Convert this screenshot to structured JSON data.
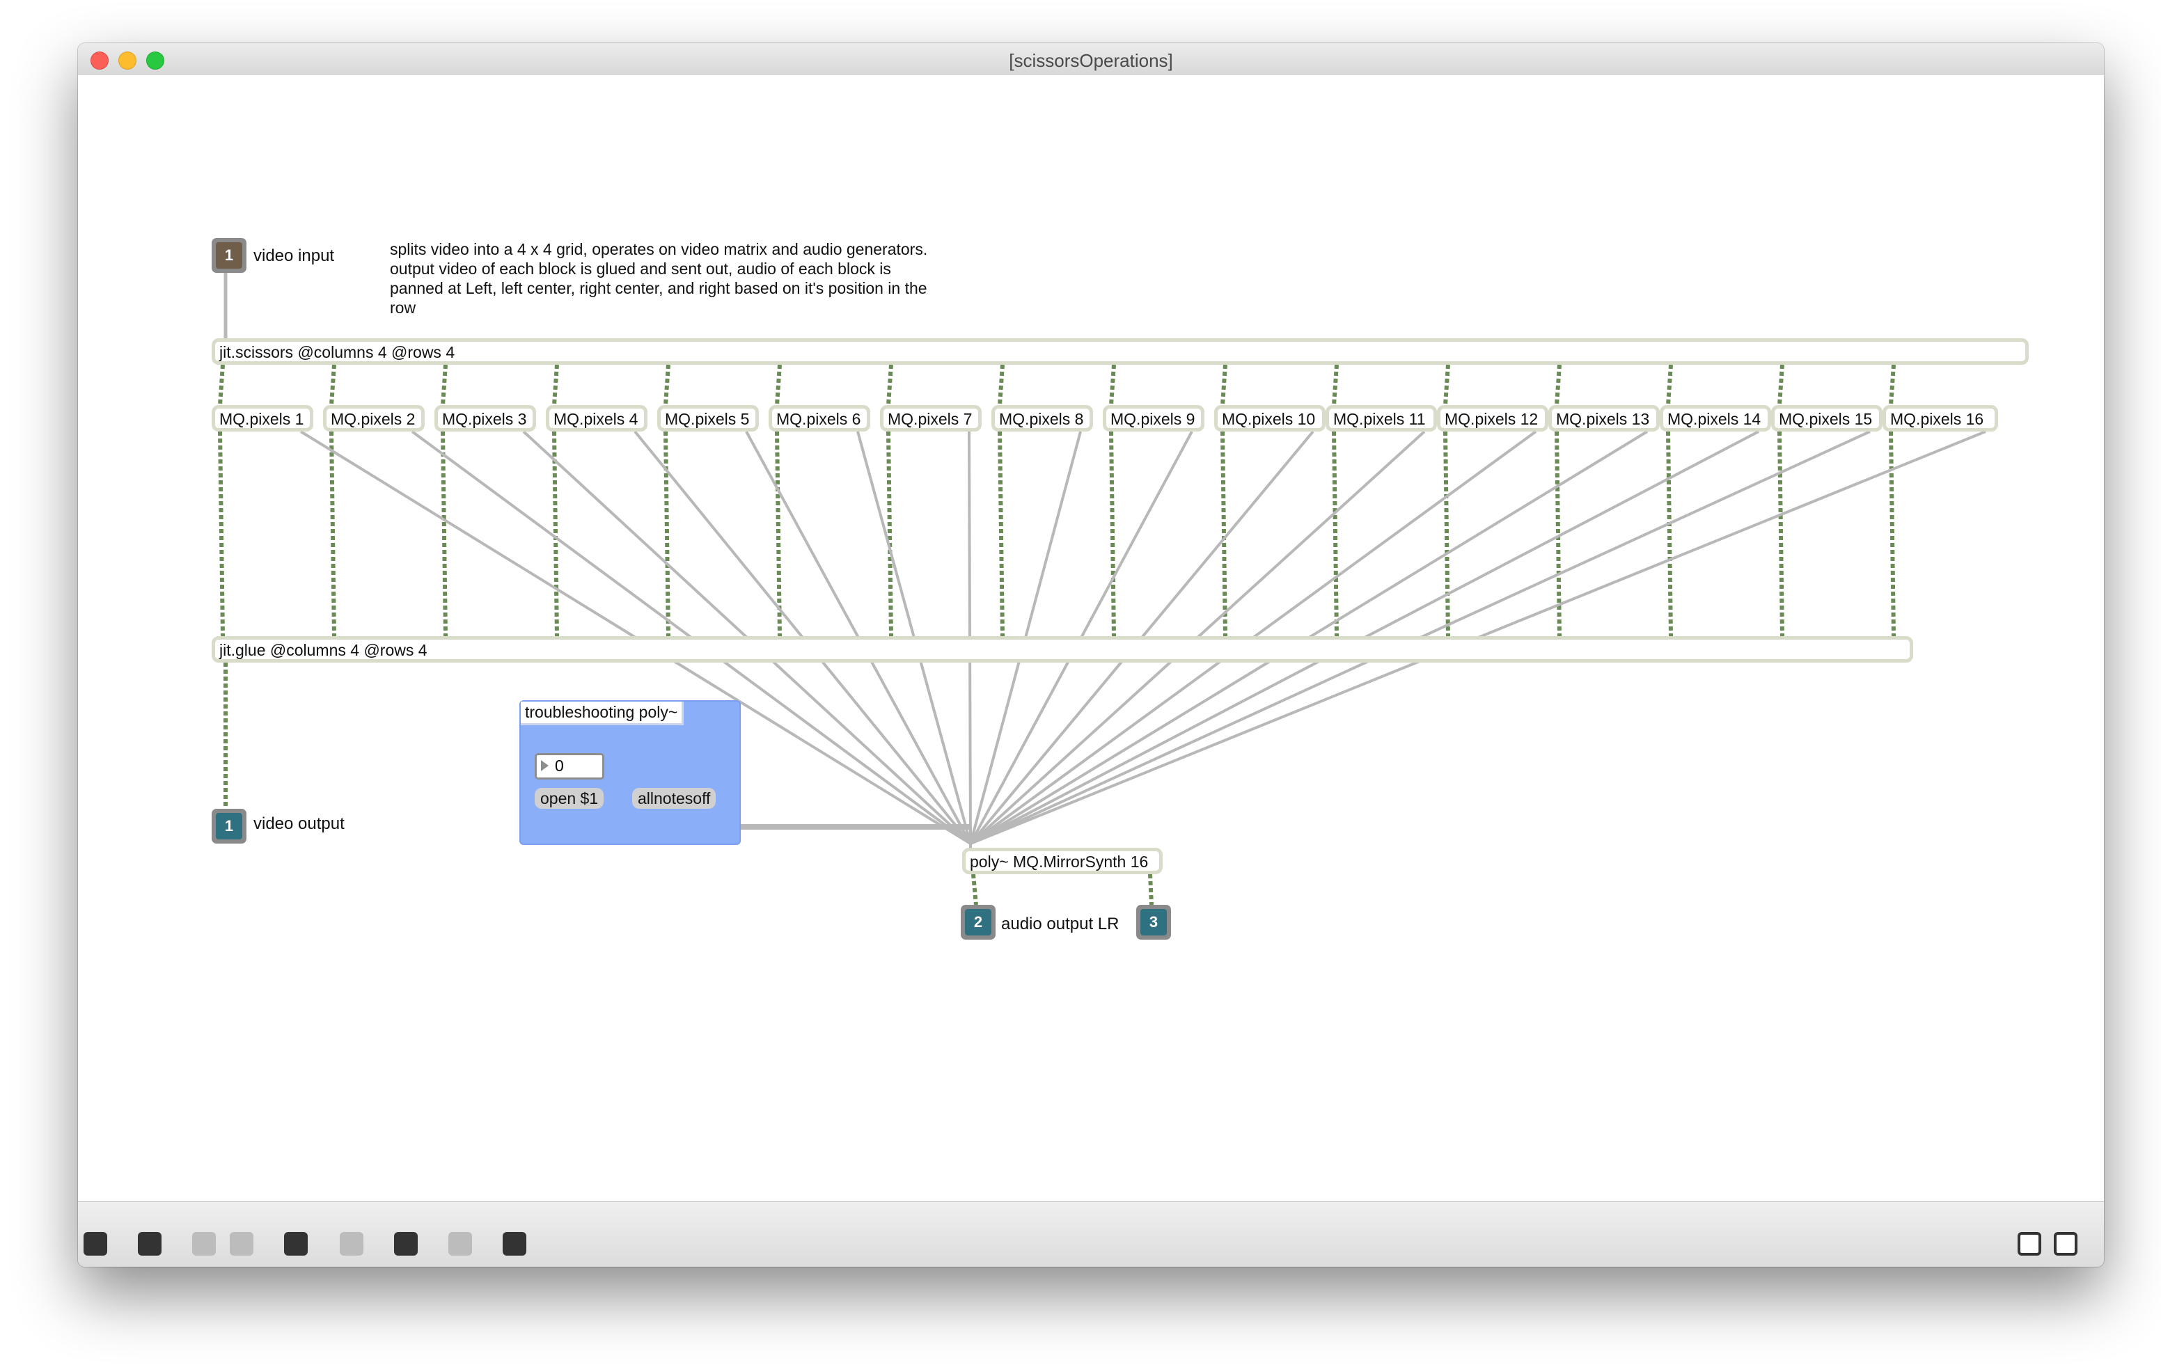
{
  "window": {
    "title": "[scissorsOperations]"
  },
  "inlets": {
    "video_input": {
      "number": "1",
      "label": "video input"
    }
  },
  "outlets": {
    "video_output": {
      "number": "1",
      "label": "video output"
    },
    "audio_left": {
      "number": "2"
    },
    "audio_right": {
      "number": "3"
    },
    "audio_label": "audio output LR"
  },
  "comment": "splits video into a 4 x 4 grid, operates on video matrix and audio generators. output video of each block is glued and sent out, audio of each block is panned at Left, left center, right center, and right based on it's position in the row",
  "objects": {
    "scissors": "jit.scissors @columns 4 @rows 4",
    "glue": "jit.glue @columns 4 @rows 4",
    "poly": "poly~ MQ.MirrorSynth 16",
    "pixels": [
      "MQ.pixels 1",
      "MQ.pixels 2",
      "MQ.pixels 3",
      "MQ.pixels 4",
      "MQ.pixels 5",
      "MQ.pixels 6",
      "MQ.pixels 7",
      "MQ.pixels 8",
      "MQ.pixels 9",
      "MQ.pixels 10",
      "MQ.pixels 11",
      "MQ.pixels 12",
      "MQ.pixels 13",
      "MQ.pixels 14",
      "MQ.pixels 15",
      "MQ.pixels 16"
    ]
  },
  "troubleshooting": {
    "title": "troubleshooting poly~",
    "number_value": "0",
    "open_label": "open $1",
    "allnotesoff_label": "allnotesoff"
  },
  "colors": {
    "object_border": "#d8dcc8",
    "video_cord": "#6a8a56",
    "control_cord": "#b8b8b8",
    "panel": "#8aaef8"
  },
  "toolbar": {
    "icons": [
      "lock-icon",
      "presentation-icon",
      "object-icon",
      "delete-icon",
      "debug-icon",
      "info-icon",
      "object-mode-icon",
      "grid-icon",
      "snap-icon"
    ],
    "right_icons": [
      "bottom-panel-icon",
      "right-panel-icon"
    ]
  }
}
